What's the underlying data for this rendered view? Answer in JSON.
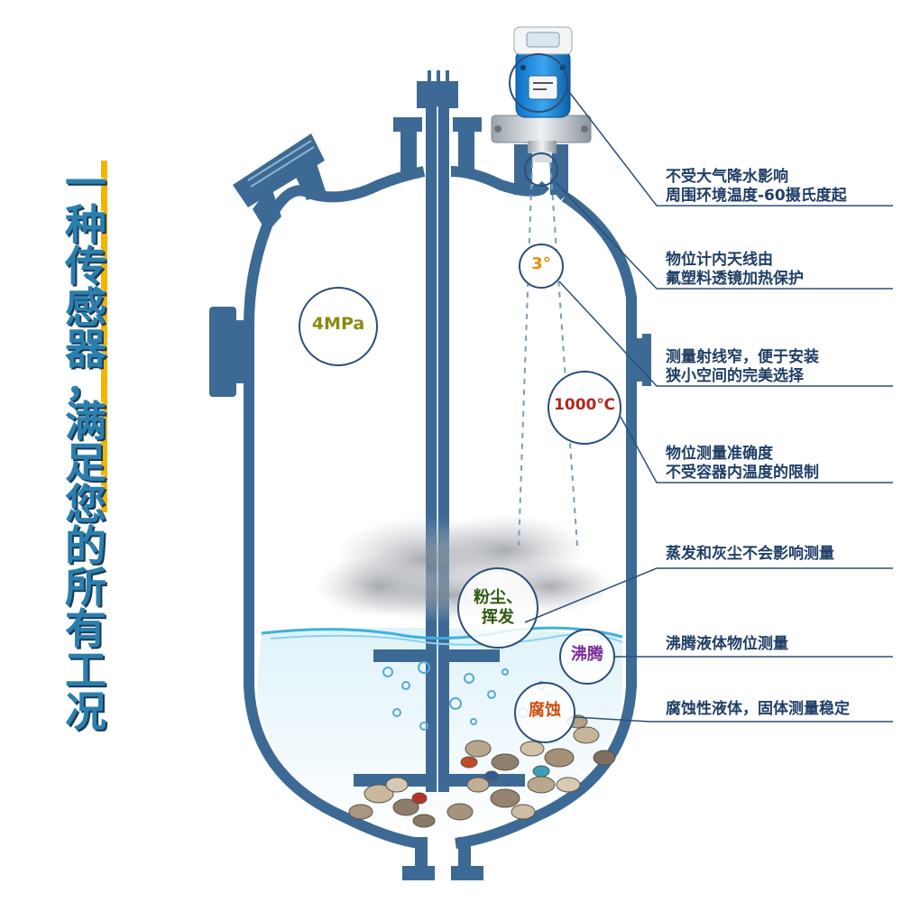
{
  "title": {
    "chars": [
      "一",
      "种",
      "传",
      "感",
      "器",
      "，",
      "满",
      "足",
      "您",
      "的",
      "所",
      "有",
      "工",
      "况"
    ]
  },
  "circles": {
    "pressure": "4MPa",
    "angle": "3°",
    "temperature": "1000℃",
    "dust_line1": "粉尘、",
    "dust_line2": "挥发",
    "boiling": "沸腾",
    "corrosion": "腐蚀"
  },
  "callouts": [
    {
      "line1": "不受大气降水影响",
      "line2": "周围环境温度-60摄氏度起"
    },
    {
      "line1": "物位计内天线由",
      "line2": "氟塑料透镜加热保护"
    },
    {
      "line1": "测量射线窄，便于安装",
      "line2": "狭小空间的完美选择"
    },
    {
      "line1": "物位测量准确度",
      "line2": "不受容器内温度的限制"
    },
    {
      "line1": "蒸发和灰尘不会影响测量",
      "line2": ""
    },
    {
      "line1": "沸腾液体物位测量",
      "line2": ""
    },
    {
      "line1": "腐蚀性液体，固体测量稳定",
      "line2": ""
    }
  ],
  "colors": {
    "vessel": "#3d6a94",
    "title": "#2b7fae",
    "accent_bar": "#f4b400",
    "pressure_text": "#8a8a10",
    "angle_text": "#f08a00",
    "temperature_text": "#b0281c",
    "dust_text": "#2e5a10",
    "boiling_text": "#7a2a9a",
    "corrosion_text": "#d04e10",
    "callout_text": "#1f3e66"
  }
}
